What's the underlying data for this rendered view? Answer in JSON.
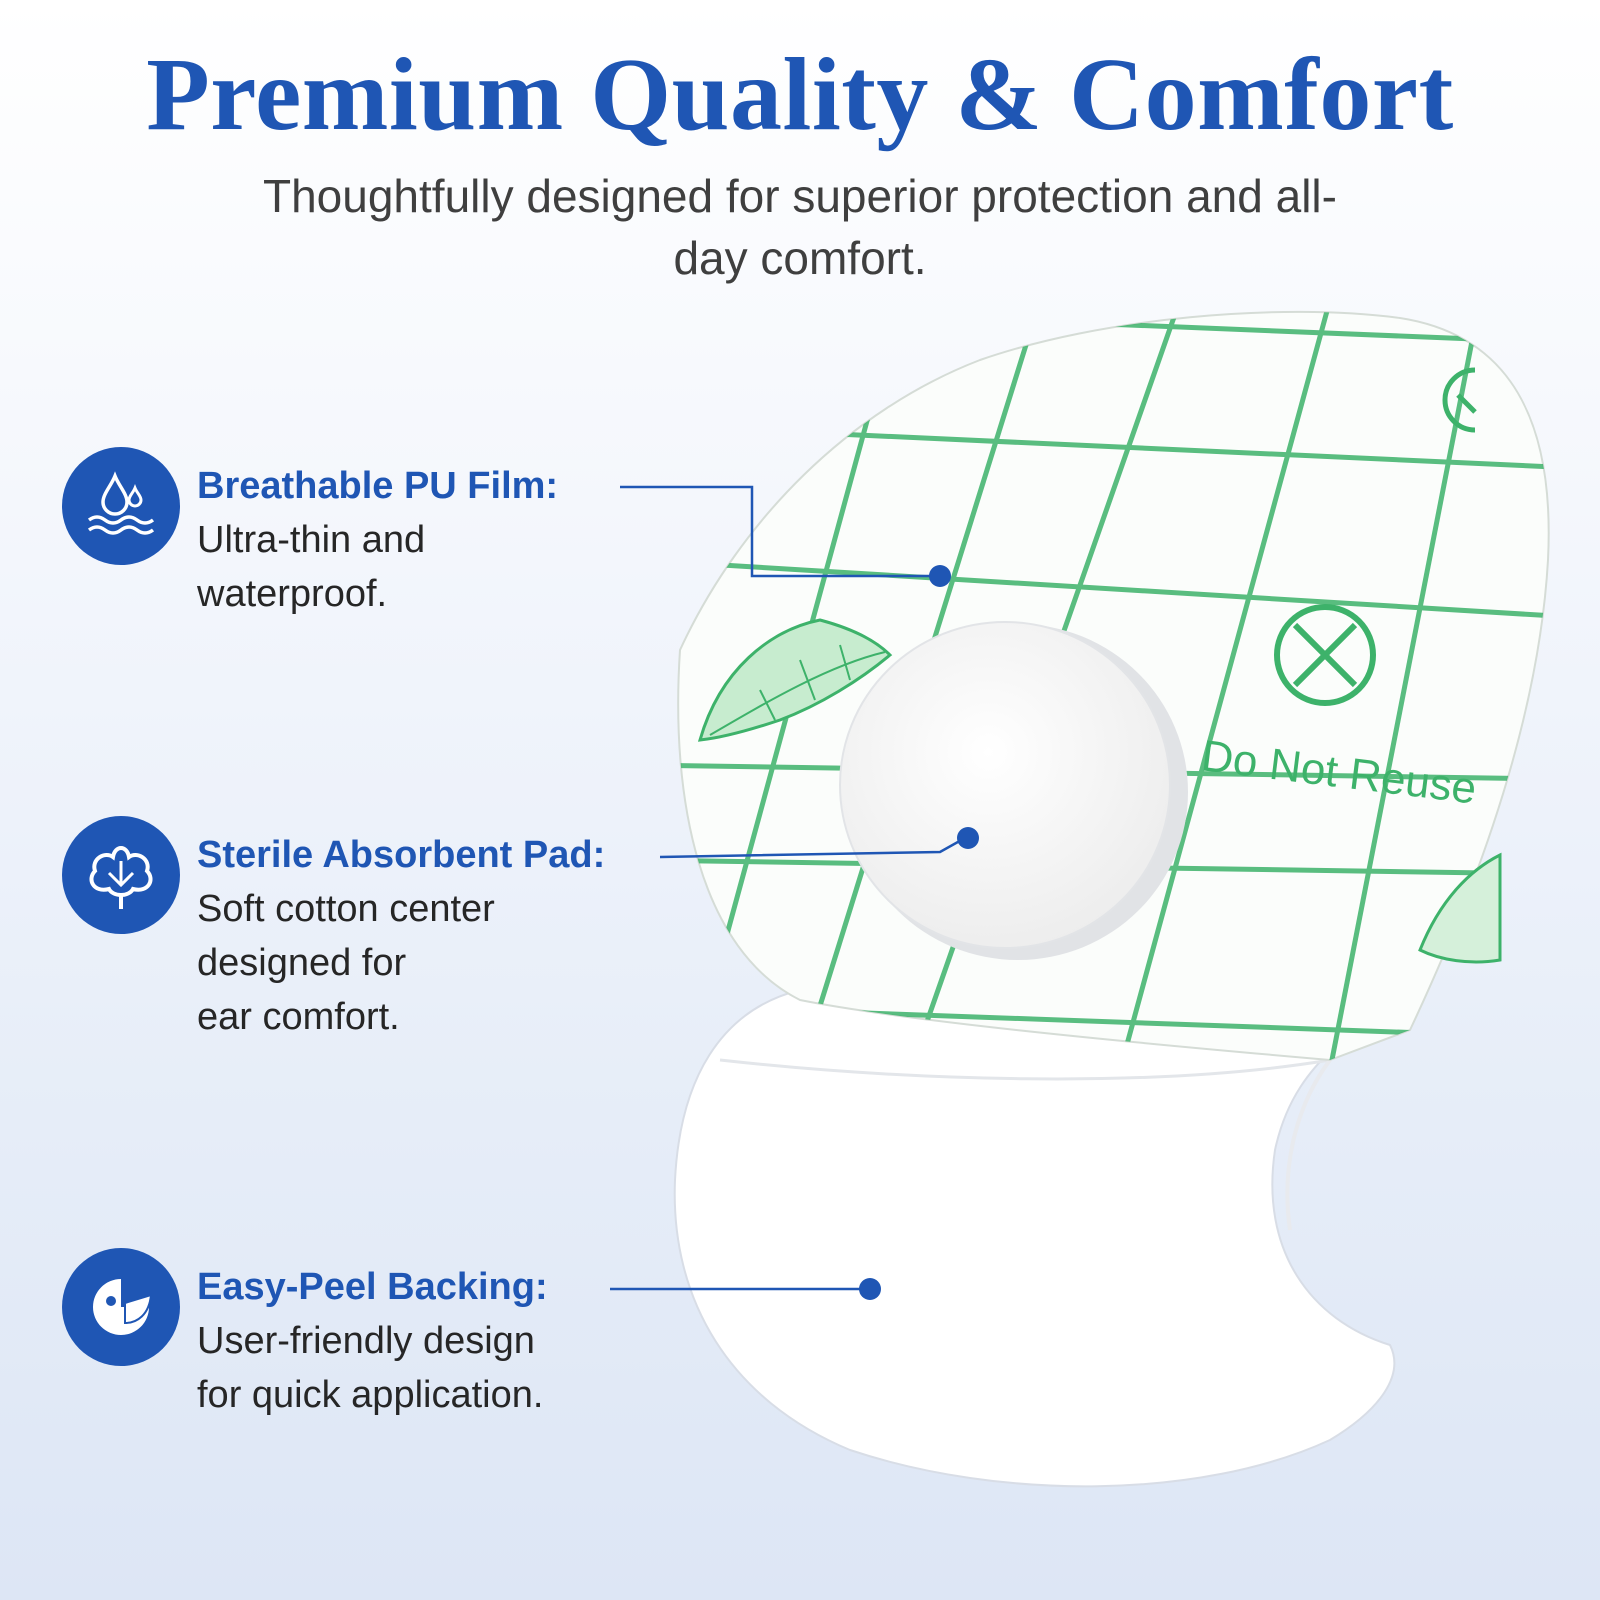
{
  "header": {
    "title": "Premium Quality & Comfort",
    "subtitle": "Thoughtfully designed for superior protection and all-day comfort."
  },
  "features": [
    {
      "icon": "water-drop-waves-icon",
      "title": "Breathable PU Film:",
      "description": "Ultra-thin and\nwaterproof."
    },
    {
      "icon": "cotton-flower-icon",
      "title": "Sterile Absorbent Pad:",
      "description": "Soft cotton center\ndesigned for\near comfort."
    },
    {
      "icon": "peel-backing-icon",
      "title": "Easy-Peel Backing:",
      "description": "User-friendly design\nfor quick application."
    }
  ],
  "product": {
    "film_print": "Do Not Reuse",
    "colors": {
      "accent": "#1f56b4",
      "film_grid": "#3db26a",
      "pad": "#f7f7f7"
    }
  }
}
